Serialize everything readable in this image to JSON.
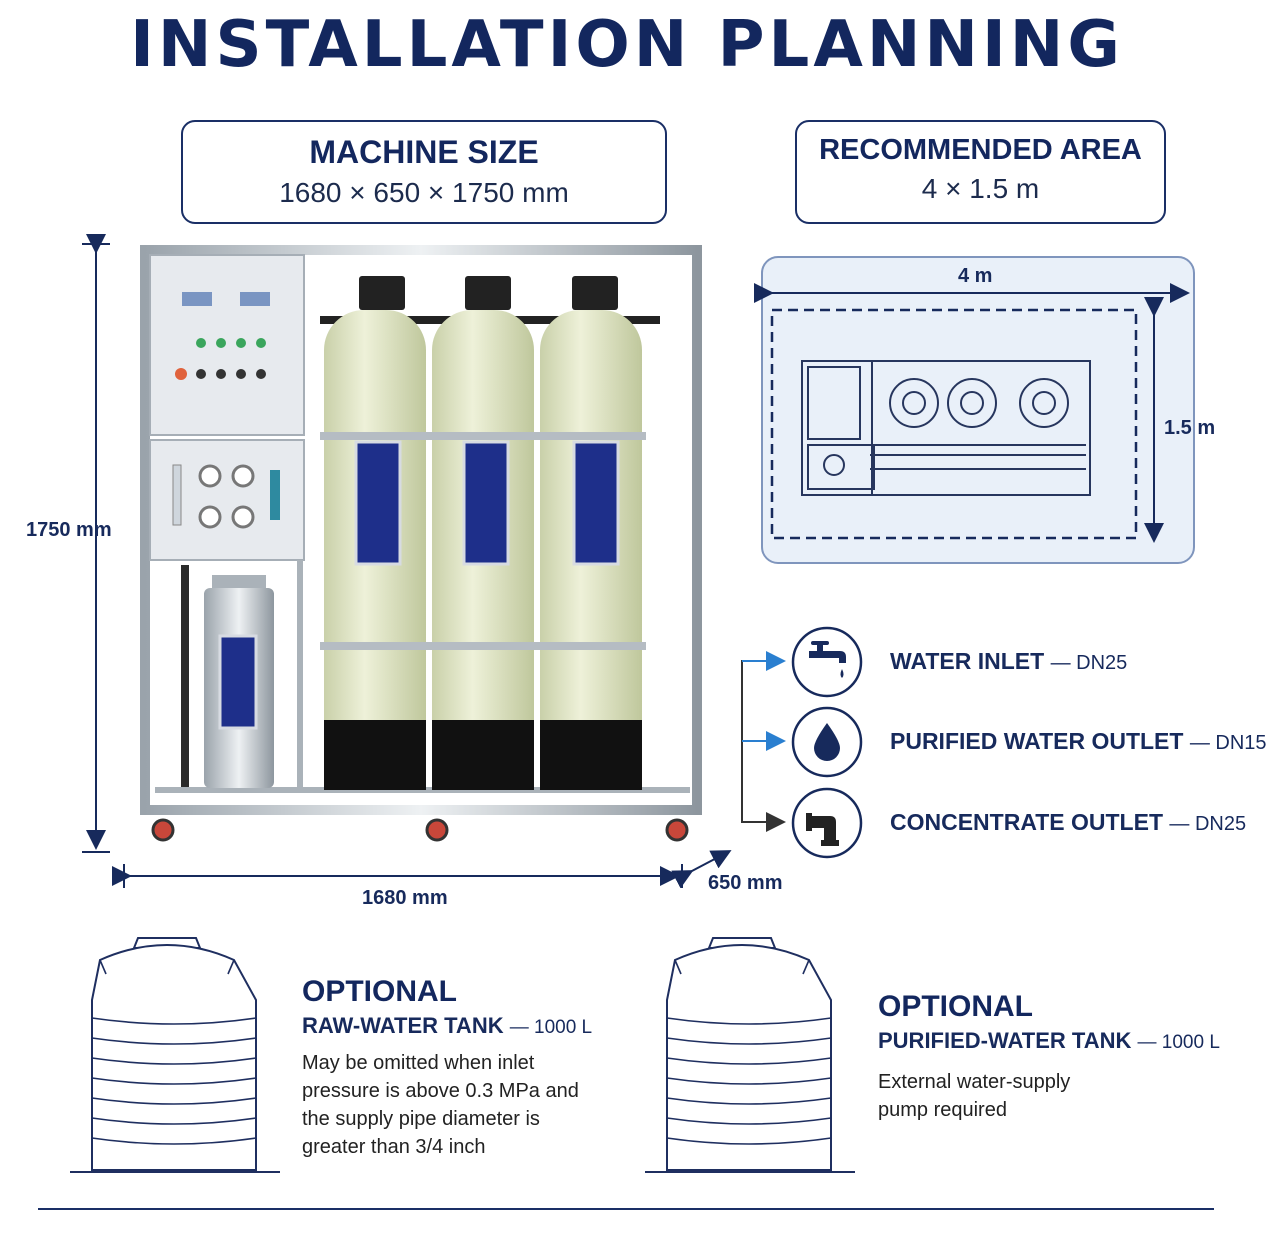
{
  "title": "INSTALLATION PLANNING",
  "machine_size": {
    "heading": "MACHINE SIZE",
    "value": "1680 × 650 × 1750 mm"
  },
  "recommended_area": {
    "heading": "RECOMMENDED AREA",
    "value": "4 × 1.5 m"
  },
  "dimensions": {
    "height": "1750 mm",
    "width": "1680 mm",
    "depth": "650 mm"
  },
  "floor_plan": {
    "width_label": "4 m",
    "depth_label": "1.5 m"
  },
  "connections": [
    {
      "label": "WATER INLET",
      "code": "DN25",
      "icon": "faucet-icon"
    },
    {
      "label": "PURIFIED WATER OUTLET",
      "code": "DN15",
      "icon": "water-drop-icon"
    },
    {
      "label": "CONCENTRATE OUTLET",
      "code": "DN25",
      "icon": "elbow-pipe-icon"
    }
  ],
  "tanks": [
    {
      "heading": "OPTIONAL",
      "name": "RAW-WATER TANK",
      "capacity": "1000 L",
      "description_lines": [
        "May be omitted when inlet",
        "pressure is above 0.3 MPa and",
        "the supply pipe diameter is",
        "greater than 3/4 inch"
      ]
    },
    {
      "heading": "OPTIONAL",
      "name": "PURIFIED-WATER TANK",
      "capacity": "1000 L",
      "description_lines": [
        "External water-supply",
        "pump required"
      ]
    }
  ],
  "colors": {
    "navy": "#13275e",
    "plan_bg": "#e9f0f9",
    "tank_body": "#e8edcf",
    "tank_label": "#1e2f8a"
  }
}
